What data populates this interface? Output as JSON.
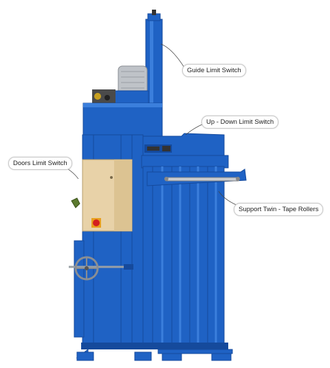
{
  "labels": {
    "guide_limit_switch": "Guide Limit Switch",
    "up_down_limit_switch": "Up - Down Limit Switch",
    "doors_limit_switch": "Doors Limit Switch",
    "support_tape_rollers": "Support Twin - Tape Rollers"
  },
  "colors": {
    "machine_blue": "#1f62c4",
    "machine_blue_dark": "#154a9c",
    "machine_blue_light": "#3b7fdc",
    "control_box": "#e8d2a8",
    "motor": "#bfc3c8",
    "stop_button": "#d41f1f",
    "handle_green": "#5b7a2e"
  },
  "icons": {
    "handwheel": "handwheel-icon",
    "emergency_stop": "emergency-stop-icon"
  }
}
